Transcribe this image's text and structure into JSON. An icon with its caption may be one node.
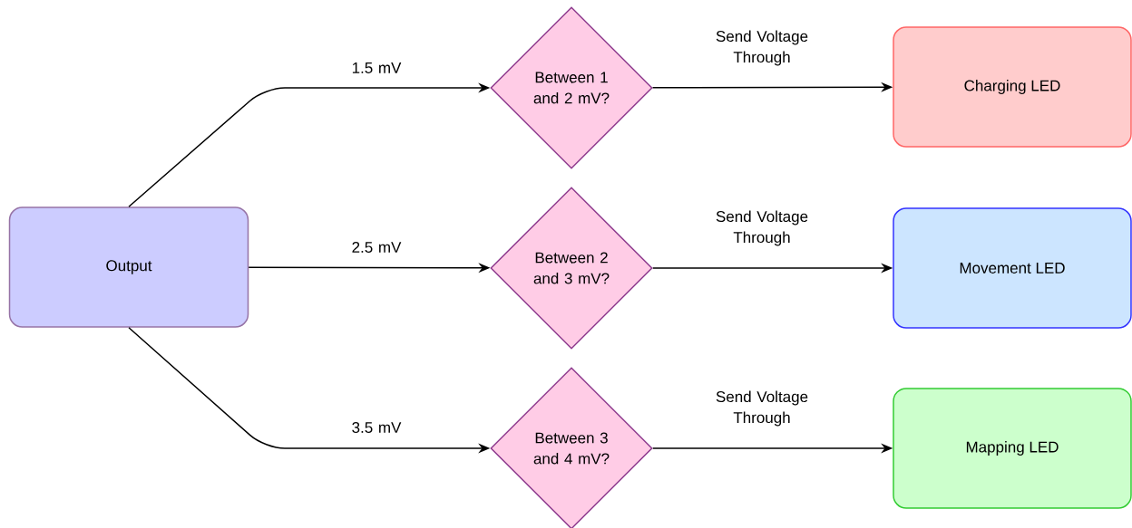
{
  "diagram": {
    "nodes": [
      {
        "text": [
          "Output"
        ]
      },
      {
        "text": [
          "Between 1 and 2 mV?"
        ]
      },
      {
        "text": [
          "Between 2 and 3 mV?"
        ]
      },
      {
        "text": [
          "Between 3 and 4 mV?"
        ]
      },
      {
        "text": [
          "Charging LED"
        ]
      },
      {
        "text": [
          "Movement LED"
        ]
      },
      {
        "text": [
          "Mapping LED"
        ]
      }
    ],
    "edges": [
      {
        "from": 0,
        "to": 1,
        "arrow": "to",
        "label": "1.5 mV"
      },
      {
        "from": 0,
        "to": 2,
        "arrow": "to",
        "label": "2.5 mV"
      },
      {
        "from": 0,
        "to": 3,
        "arrow": "to",
        "label": "3.5 mV"
      },
      {
        "from": 1,
        "to": 4,
        "arrow": "to",
        "label": "Send Voltage Through"
      },
      {
        "from": 2,
        "to": 5,
        "arrow": "to",
        "label": "Send Voltage Through"
      },
      {
        "from": 3,
        "to": 6,
        "arrow": "to",
        "label": "Send Voltage Through"
      }
    ]
  }
}
